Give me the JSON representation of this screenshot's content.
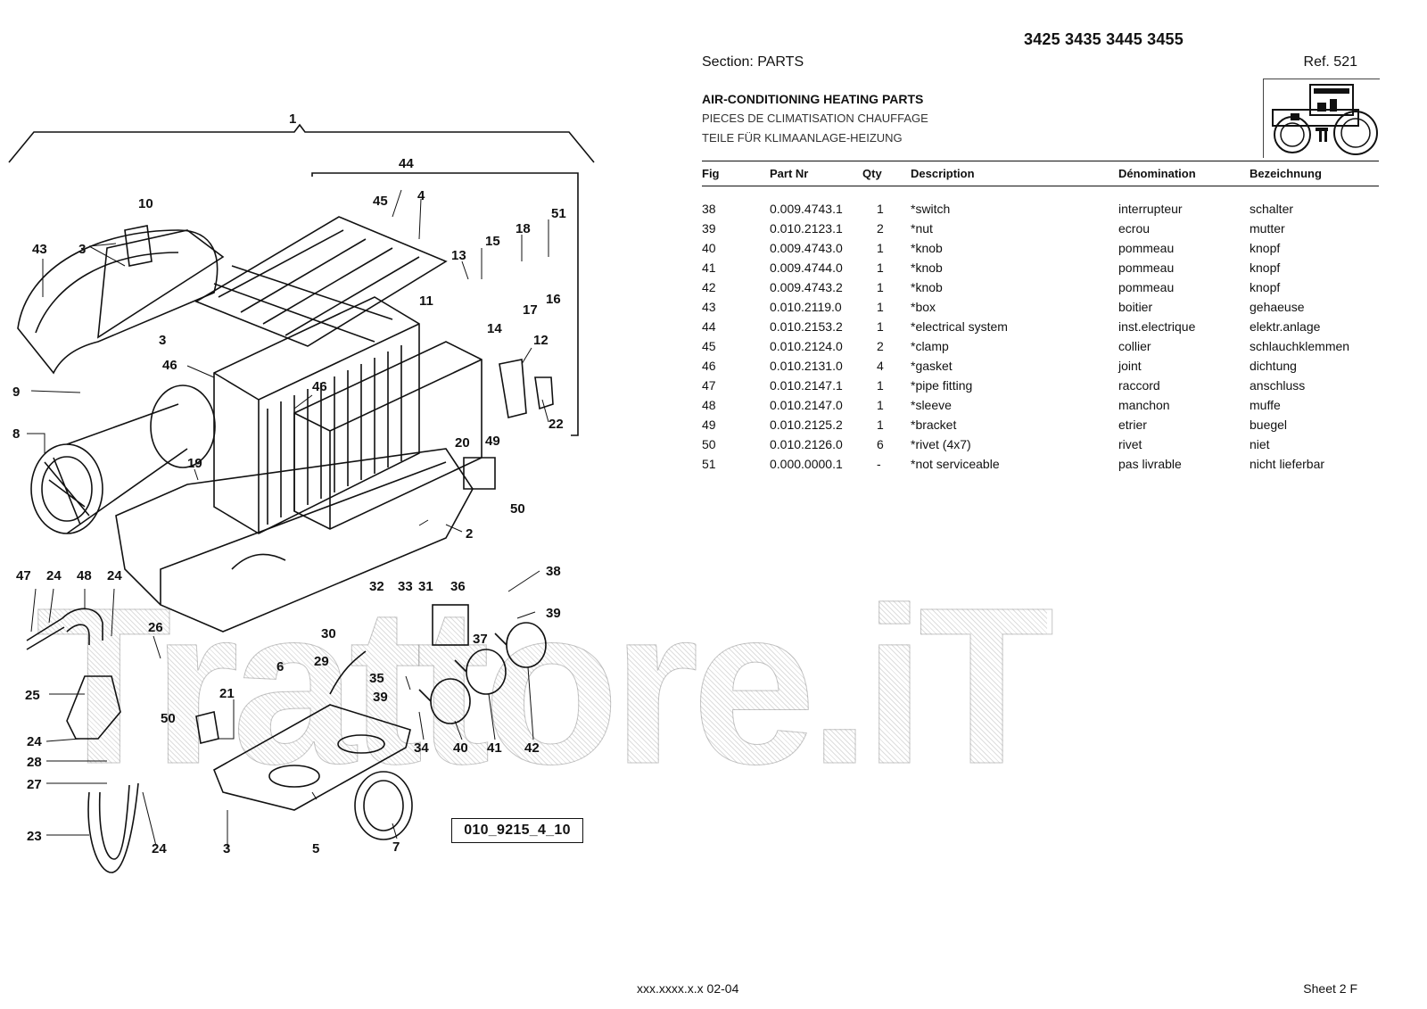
{
  "header": {
    "models": "3425 3435 3445 3455",
    "section": "Section: PARTS",
    "ref": "Ref. 521",
    "title_en": "AIR-CONDITIONING HEATING PARTS",
    "title_fr": "PIECES DE CLIMATISATION CHAUFFAGE",
    "title_de": "TEILE FÜR KLIMAANLAGE-HEIZUNG"
  },
  "table": {
    "columns": [
      "Fig",
      "Part Nr",
      "Qty",
      "Description",
      "Dénomination",
      "Bezeichnung"
    ],
    "rows": [
      {
        "fig": "38",
        "part": "0.009.4743.1",
        "qty": "1",
        "desc": "*switch",
        "den": "interrupteur",
        "bez": "schalter"
      },
      {
        "fig": "39",
        "part": "0.010.2123.1",
        "qty": "2",
        "desc": "*nut",
        "den": "ecrou",
        "bez": "mutter"
      },
      {
        "fig": "40",
        "part": "0.009.4743.0",
        "qty": "1",
        "desc": "*knob",
        "den": "pommeau",
        "bez": "knopf"
      },
      {
        "fig": "41",
        "part": "0.009.4744.0",
        "qty": "1",
        "desc": "*knob",
        "den": "pommeau",
        "bez": "knopf"
      },
      {
        "fig": "42",
        "part": "0.009.4743.2",
        "qty": "1",
        "desc": "*knob",
        "den": "pommeau",
        "bez": "knopf"
      },
      {
        "fig": "43",
        "part": "0.010.2119.0",
        "qty": "1",
        "desc": "*box",
        "den": "boitier",
        "bez": "gehaeuse"
      },
      {
        "fig": "44",
        "part": "0.010.2153.2",
        "qty": "1",
        "desc": "*electrical system",
        "den": "inst.electrique",
        "bez": "elektr.anlage"
      },
      {
        "fig": "45",
        "part": "0.010.2124.0",
        "qty": "2",
        "desc": "*clamp",
        "den": "collier",
        "bez": "schlauchklemmen"
      },
      {
        "fig": "46",
        "part": "0.010.2131.0",
        "qty": "4",
        "desc": "*gasket",
        "den": "joint",
        "bez": "dichtung"
      },
      {
        "fig": "47",
        "part": "0.010.2147.1",
        "qty": "1",
        "desc": "*pipe fitting",
        "den": "raccord",
        "bez": "anschluss"
      },
      {
        "fig": "48",
        "part": "0.010.2147.0",
        "qty": "1",
        "desc": "*sleeve",
        "den": "manchon",
        "bez": "muffe"
      },
      {
        "fig": "49",
        "part": "0.010.2125.2",
        "qty": "1",
        "desc": "*bracket",
        "den": "etrier",
        "bez": "buegel"
      },
      {
        "fig": "50",
        "part": "0.010.2126.0",
        "qty": "6",
        "desc": "*rivet (4x7)",
        "den": "rivet",
        "bez": "niet"
      },
      {
        "fig": "51",
        "part": "0.000.0000.1",
        "qty": "-",
        "desc": "*not serviceable",
        "den": "pas livrable",
        "bez": "nicht lieferbar"
      }
    ]
  },
  "diagram": {
    "drawing_code": "010_9215_4_10",
    "watermark": "Trattore.iT",
    "callouts": [
      "1",
      "44",
      "4",
      "45",
      "10",
      "3",
      "43",
      "51",
      "18",
      "15",
      "13",
      "16",
      "17",
      "14",
      "11",
      "3",
      "46",
      "46",
      "9",
      "12",
      "22",
      "8",
      "19",
      "20",
      "49",
      "50",
      "2",
      "47",
      "24",
      "48",
      "24",
      "26",
      "32",
      "33",
      "31",
      "36",
      "38",
      "39",
      "37",
      "30",
      "6",
      "25",
      "29",
      "35",
      "39",
      "50",
      "21",
      "24",
      "28",
      "27",
      "34",
      "40",
      "41",
      "42",
      "23",
      "24",
      "3",
      "5",
      "7"
    ]
  },
  "footer": {
    "code": "xxx.xxxx.x.x  02-04",
    "sheet": "Sheet 2 F"
  }
}
